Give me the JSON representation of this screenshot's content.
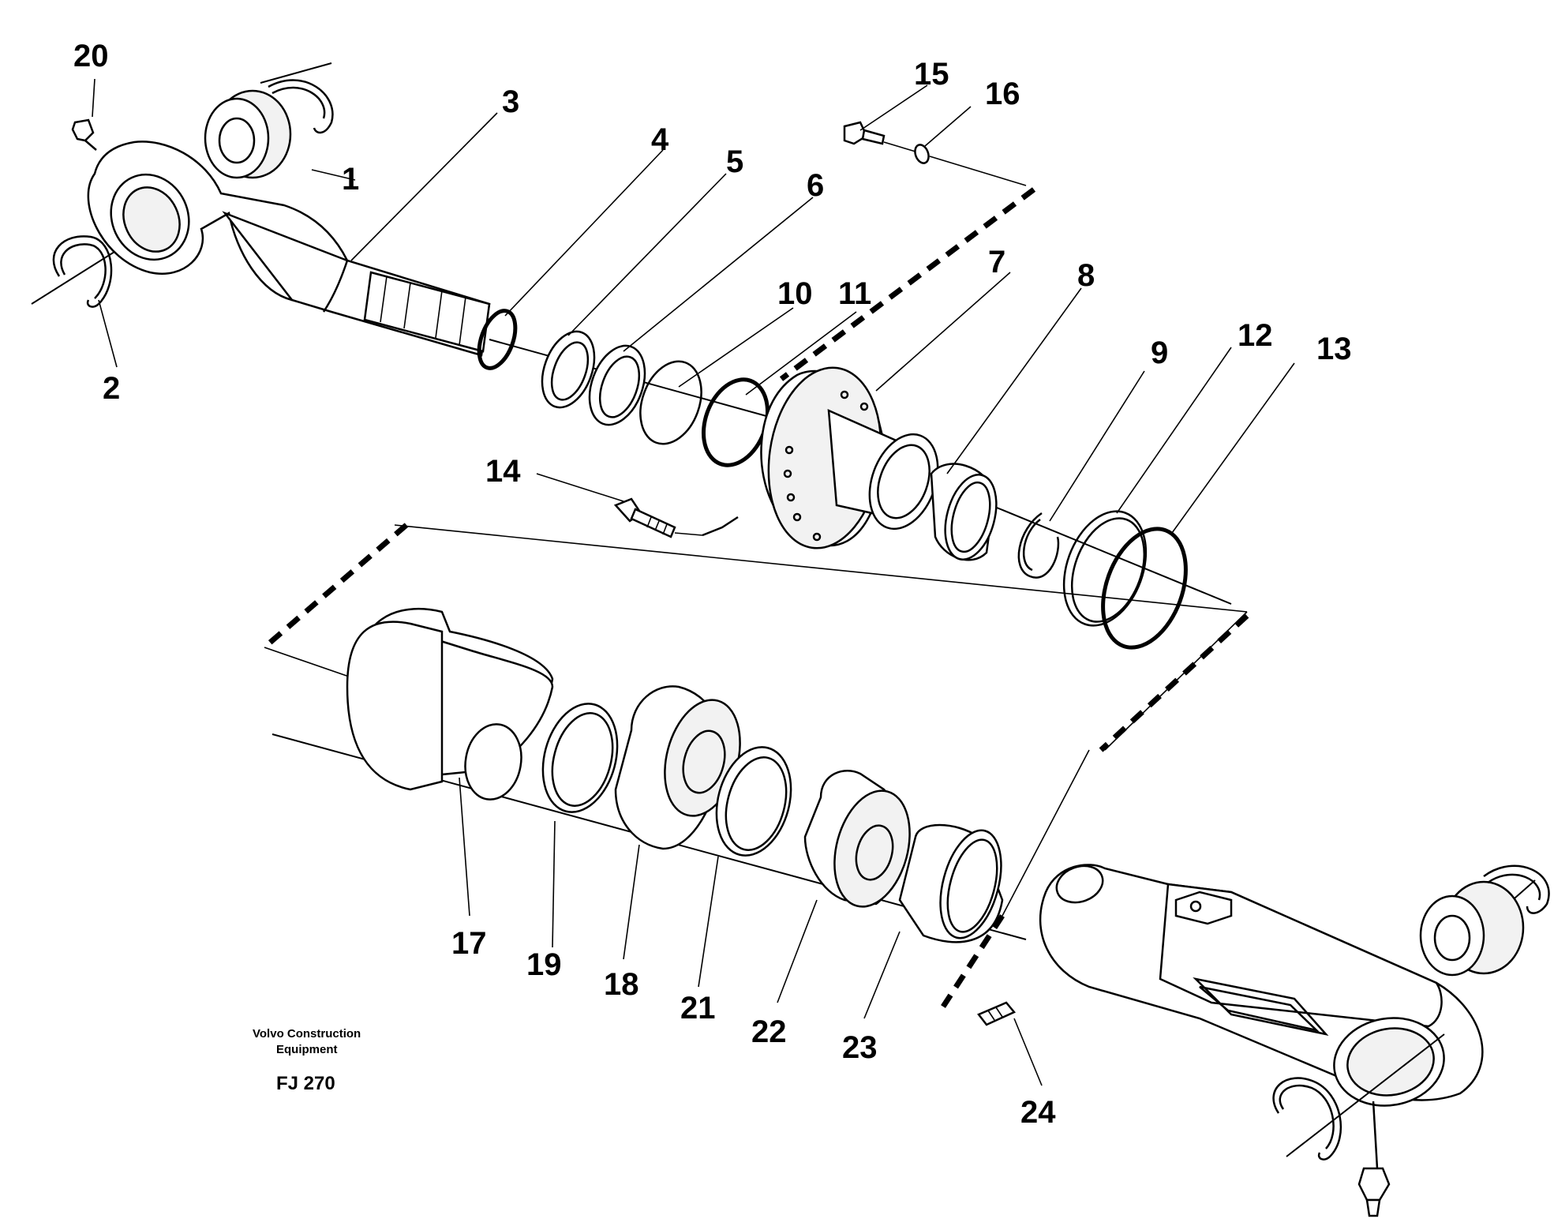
{
  "parts": [
    {
      "number": "1"
    },
    {
      "number": "2"
    },
    {
      "number": "3"
    },
    {
      "number": "4"
    },
    {
      "number": "5"
    },
    {
      "number": "6"
    },
    {
      "number": "7"
    },
    {
      "number": "8"
    },
    {
      "number": "9"
    },
    {
      "number": "10"
    },
    {
      "number": "11"
    },
    {
      "number": "12"
    },
    {
      "number": "13"
    },
    {
      "number": "14"
    },
    {
      "number": "15"
    },
    {
      "number": "16"
    },
    {
      "number": "17"
    },
    {
      "number": "18"
    },
    {
      "number": "19"
    },
    {
      "number": "20"
    },
    {
      "number": "21"
    },
    {
      "number": "22"
    },
    {
      "number": "23"
    },
    {
      "number": "24"
    }
  ],
  "caption": {
    "brand_line1": "Volvo Construction",
    "brand_line2": "Equipment",
    "figure_id": "FJ 270"
  }
}
